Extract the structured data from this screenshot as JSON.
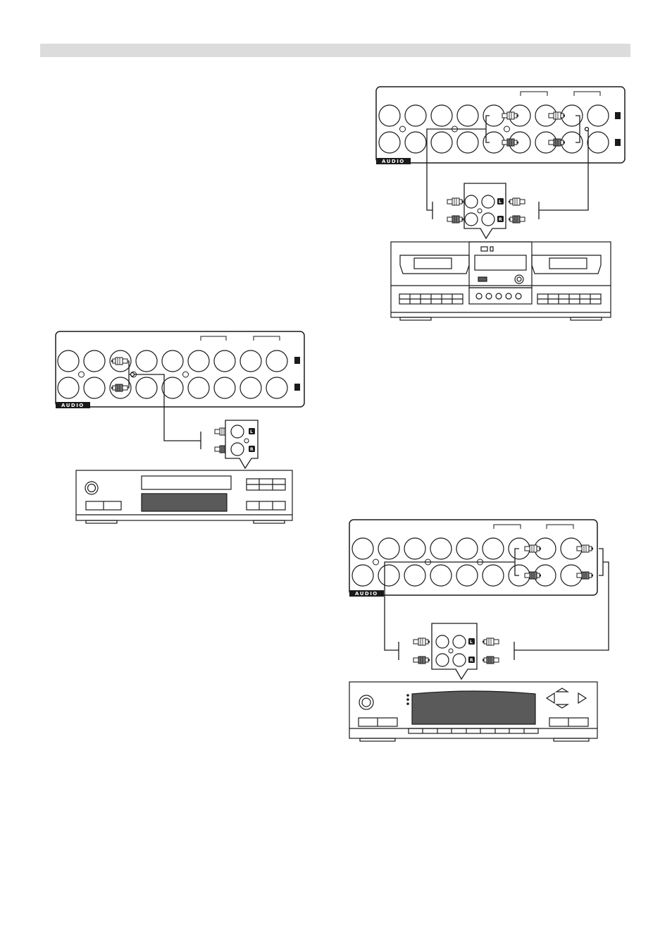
{
  "page": {
    "header_bar_color": "#dcdcdc",
    "ink_color": "#1a1a1a",
    "display_color": "#5a5a5a",
    "plug_dark_color": "#777777"
  },
  "diagrams": [
    {
      "name": "cd-player-connection",
      "panel_label": "AUDIO",
      "jack_labels": [
        "L",
        "R"
      ],
      "device_icon": "cd-player-icon"
    },
    {
      "name": "tape-deck-connection",
      "panel_label": "AUDIO",
      "jack_labels": [
        "L",
        "R"
      ],
      "device_icon": "cassette-deck-icon"
    },
    {
      "name": "receiver-connection",
      "panel_label": "AUDIO",
      "jack_labels": [
        "L",
        "R"
      ],
      "device_icon": "receiver-icon"
    }
  ]
}
